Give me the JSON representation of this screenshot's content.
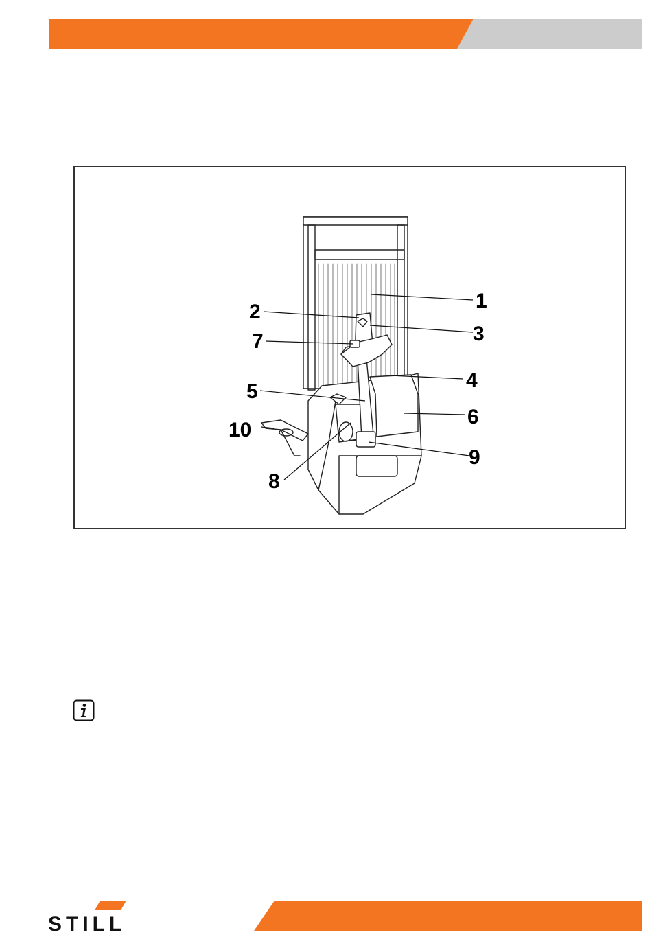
{
  "colors": {
    "brand_orange": "#f47521",
    "header_gray": "#cccccc",
    "line": "#222222"
  },
  "figure": {
    "callouts": [
      {
        "id": "1",
        "label": "1"
      },
      {
        "id": "2",
        "label": "2"
      },
      {
        "id": "3",
        "label": "3"
      },
      {
        "id": "4",
        "label": "4"
      },
      {
        "id": "5",
        "label": "5"
      },
      {
        "id": "6",
        "label": "6"
      },
      {
        "id": "7",
        "label": "7"
      },
      {
        "id": "8",
        "label": "8"
      },
      {
        "id": "9",
        "label": "9"
      },
      {
        "id": "10",
        "label": "10"
      }
    ]
  },
  "icons": {
    "info": "info-icon",
    "logo": "still-logo"
  },
  "logo": {
    "text": "STILL"
  }
}
